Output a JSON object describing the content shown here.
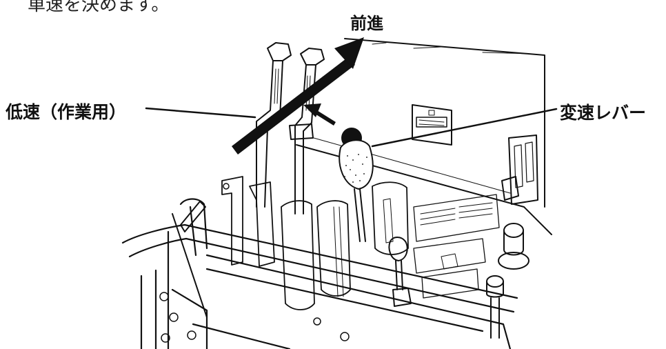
{
  "intro_text": "車速を決めます。",
  "labels": {
    "forward": "前進",
    "low_speed": "低速（作業用）",
    "shift_lever": "変速レバー"
  },
  "colors": {
    "ink": "#111111",
    "background": "#ffffff"
  }
}
